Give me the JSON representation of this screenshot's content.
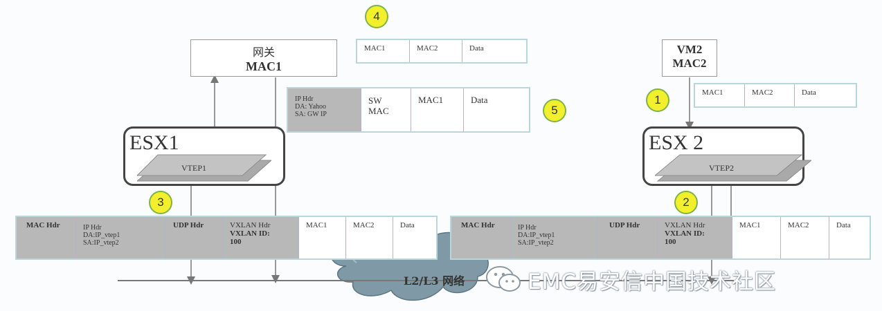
{
  "badges": {
    "b1": "1",
    "b2": "2",
    "b3": "3",
    "b4": "4",
    "b5": "5"
  },
  "gateway": {
    "line1": "网关",
    "line2": "MAC1"
  },
  "vm2": {
    "line1": "VM2",
    "line2": "MAC2"
  },
  "esx1": {
    "title": "ESX1",
    "vtep": "VTEP1"
  },
  "esx2": {
    "title": "ESX 2",
    "vtep": "VTEP2"
  },
  "frame4": [
    "MAC1",
    "MAC2",
    "Data"
  ],
  "frame1": [
    "MAC1",
    "MAC2",
    "Data"
  ],
  "frame5": {
    "ip_hdr": [
      "IP Hdr",
      "DA: Yahoo",
      "SA: GW IP"
    ],
    "sw_mac": [
      "SW",
      "MAC"
    ],
    "mac1": "MAC1",
    "data": "Data"
  },
  "frame3": {
    "mac_hdr": "MAC Hdr",
    "ip_hdr": [
      "IP Hdr",
      "DA:IP_vtep1",
      "SA:IP_vtep2"
    ],
    "udp_hdr": "UDP Hdr",
    "vxlan": [
      "VXLAN Hdr",
      "VXLAN ID:",
      "100"
    ],
    "mac1": "MAC1",
    "mac2": "MAC2",
    "data": "Data"
  },
  "frame2": {
    "mac_hdr": "MAC Hdr",
    "ip_hdr": [
      "IP Hdr",
      "DA:IP_vtep1",
      "SA:IP_vtep2"
    ],
    "udp_hdr": "UDP Hdr",
    "vxlan": [
      "VXLAN Hdr",
      "VXLAN ID:",
      "100"
    ],
    "mac1": "MAC1",
    "mac2": "MAC2",
    "data": "Data"
  },
  "network_label": "L2/L3 网络",
  "watermark": "EMC易安信中国技术社区",
  "colors": {
    "badge_fill": "#f2ef2c",
    "badge_ring": "#7fb24a",
    "header_gray": "#b8b8b8",
    "frame_border": "#b9d6dc"
  }
}
